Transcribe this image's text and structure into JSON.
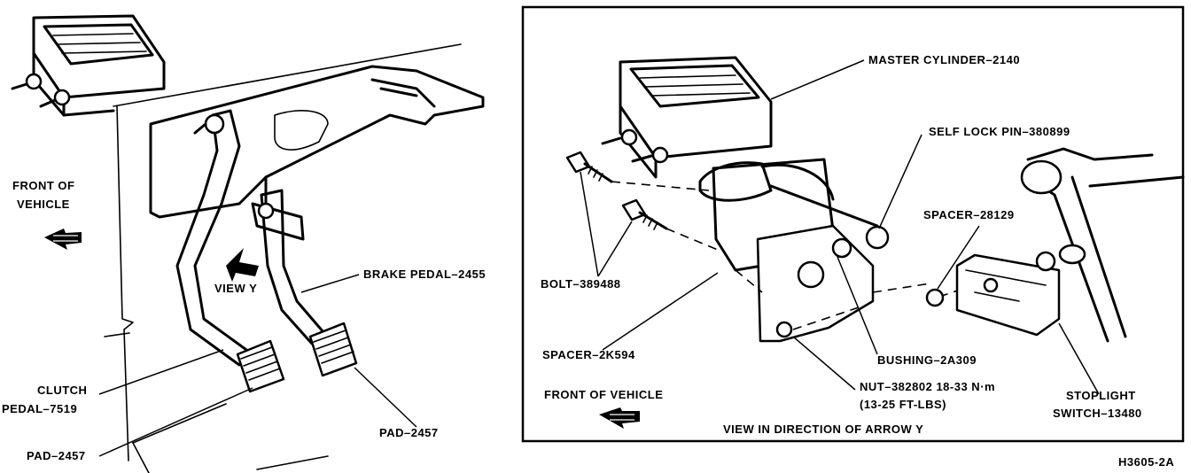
{
  "labels": {
    "front_of_vehicle_left_1": "FRONT OF",
    "front_of_vehicle_left_2": "VEHICLE",
    "view_y": "VIEW Y",
    "brake_pedal": "BRAKE PEDAL–2455",
    "clutch_pedal_1": "CLUTCH",
    "clutch_pedal_2": "PEDAL–7519",
    "pad_left": "PAD–2457",
    "pad_right": "PAD–2457",
    "master_cylinder": "MASTER CYLINDER–2140",
    "self_lock_pin": "SELF LOCK PIN–380899",
    "spacer_top": "SPACER–28129",
    "bolt": "BOLT–389488",
    "spacer_2k594": "SPACER–2K594",
    "bushing": "BUSHING–2A309",
    "nut_1": "NUT–382802 18-33 N·m",
    "nut_2": "(13-25 FT-LBS)",
    "stoplight_1": "STOPLIGHT",
    "stoplight_2": "SWITCH–13480",
    "front_of_vehicle_right": "FRONT OF VEHICLE",
    "view_direction": "VIEW IN DIRECTION OF ARROW Y",
    "figure_id": "H3605-2A"
  },
  "icons": {
    "direction_arrow": "direction-arrow-icon"
  }
}
